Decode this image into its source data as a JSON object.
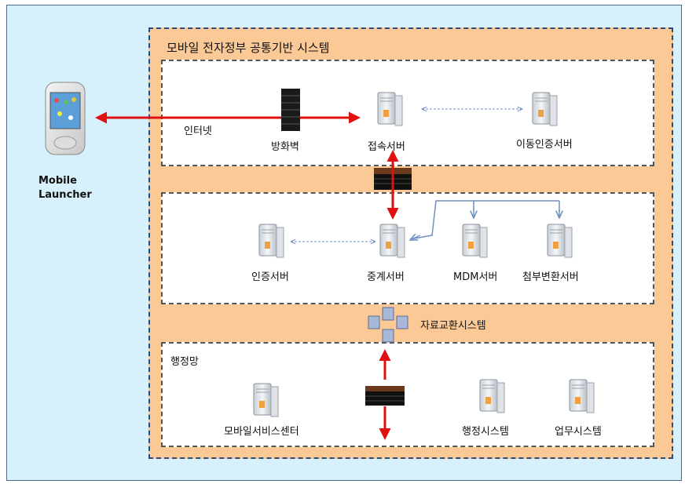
{
  "system_title": "모바일 전자정부 공통기반 시스템",
  "mobile_label": [
    "Mobile",
    "Launcher"
  ],
  "internet_label": "인터넷",
  "firewall_label": "방화벽",
  "access_server_label": "접속서버",
  "mobile_auth_server_label": "이동인증서버",
  "auth_server_label": "인증서버",
  "relay_server_label": "중계서버",
  "mdm_server_label": "MDM서버",
  "attachment_server_label": "첨부변환서버",
  "data_exchange_label": "자료교환시스템",
  "admin_network_label": "행정망",
  "mobile_service_center_label": "모바일서비스센터",
  "admin_system_label": "행정시스템",
  "business_system_label": "업무시스템",
  "colors": {
    "background": "#d6f1fb",
    "system_fill": "#fbc996",
    "arrow_red": "#e01010",
    "link_blue": "#6f8fbf"
  }
}
